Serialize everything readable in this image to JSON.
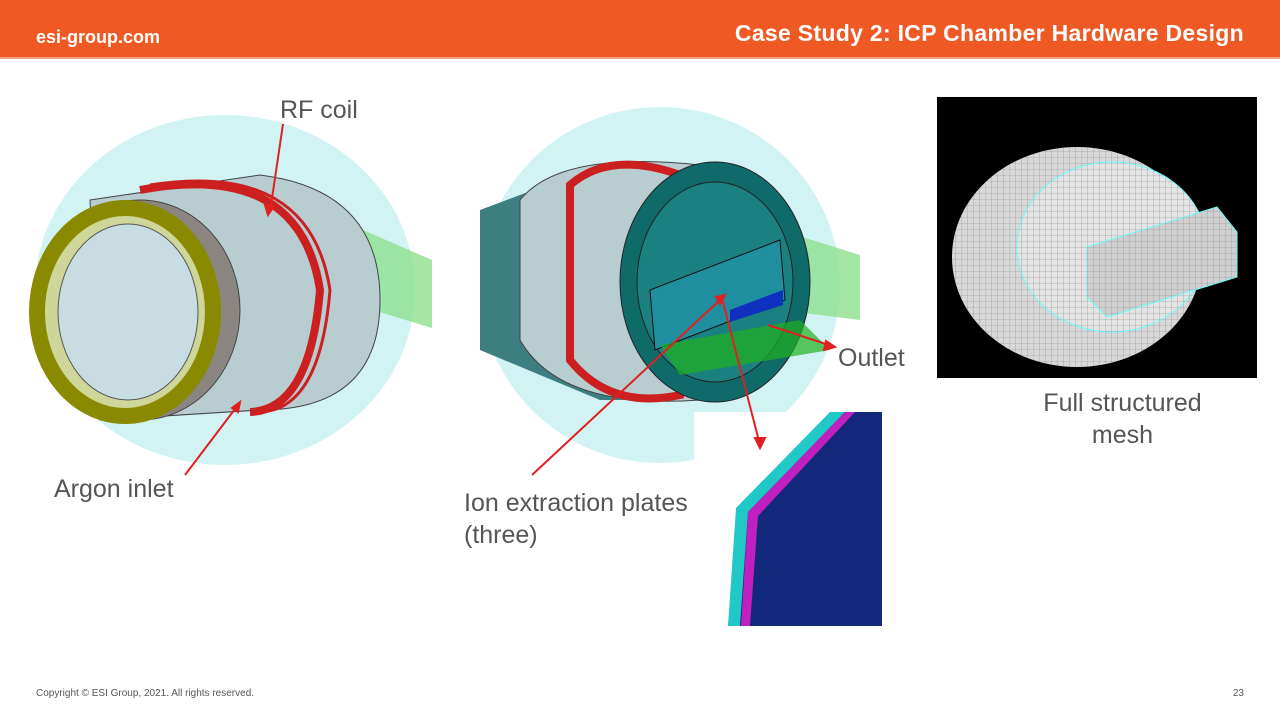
{
  "header": {
    "site": "esi-group.com",
    "title": "Case Study 2: ICP Chamber Hardware Design"
  },
  "labels": {
    "rf_coil": "RF coil",
    "argon_inlet": "Argon inlet",
    "ion_plates_line1": "Ion extraction plates",
    "ion_plates_line2": "(three)",
    "outlet": "Outlet",
    "mesh_line1": "Full structured",
    "mesh_line2": "mesh"
  },
  "footer": {
    "copyright": "Copyright © ESI Group, 2021. All rights reserved.",
    "page_number": "23"
  }
}
